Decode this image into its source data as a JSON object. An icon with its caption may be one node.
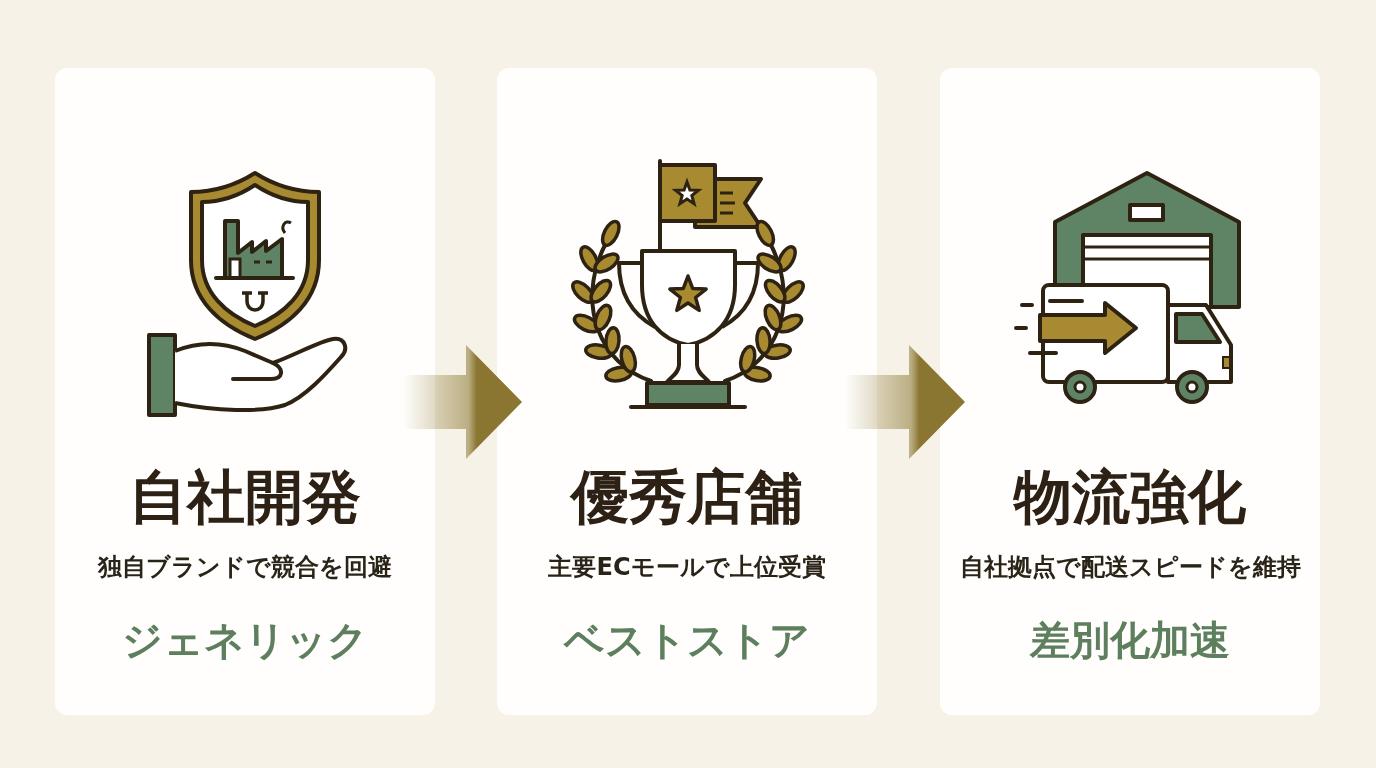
{
  "diagram": {
    "nodes": [
      {
        "text": [
          "自社開発",
          "独自ブランドで競合を回避",
          "ジェネリック"
        ]
      },
      {
        "text": [
          "優秀店舗",
          "主要ECモールで上位受賞",
          "ベストストア"
        ]
      },
      {
        "text": [
          "物流強化",
          "自社拠点で配送スピードを維持",
          "差別化加速"
        ]
      }
    ],
    "edges": [
      {
        "from": 0,
        "to": 1,
        "arrow": "to"
      },
      {
        "from": 1,
        "to": 2,
        "arrow": "to"
      }
    ]
  }
}
